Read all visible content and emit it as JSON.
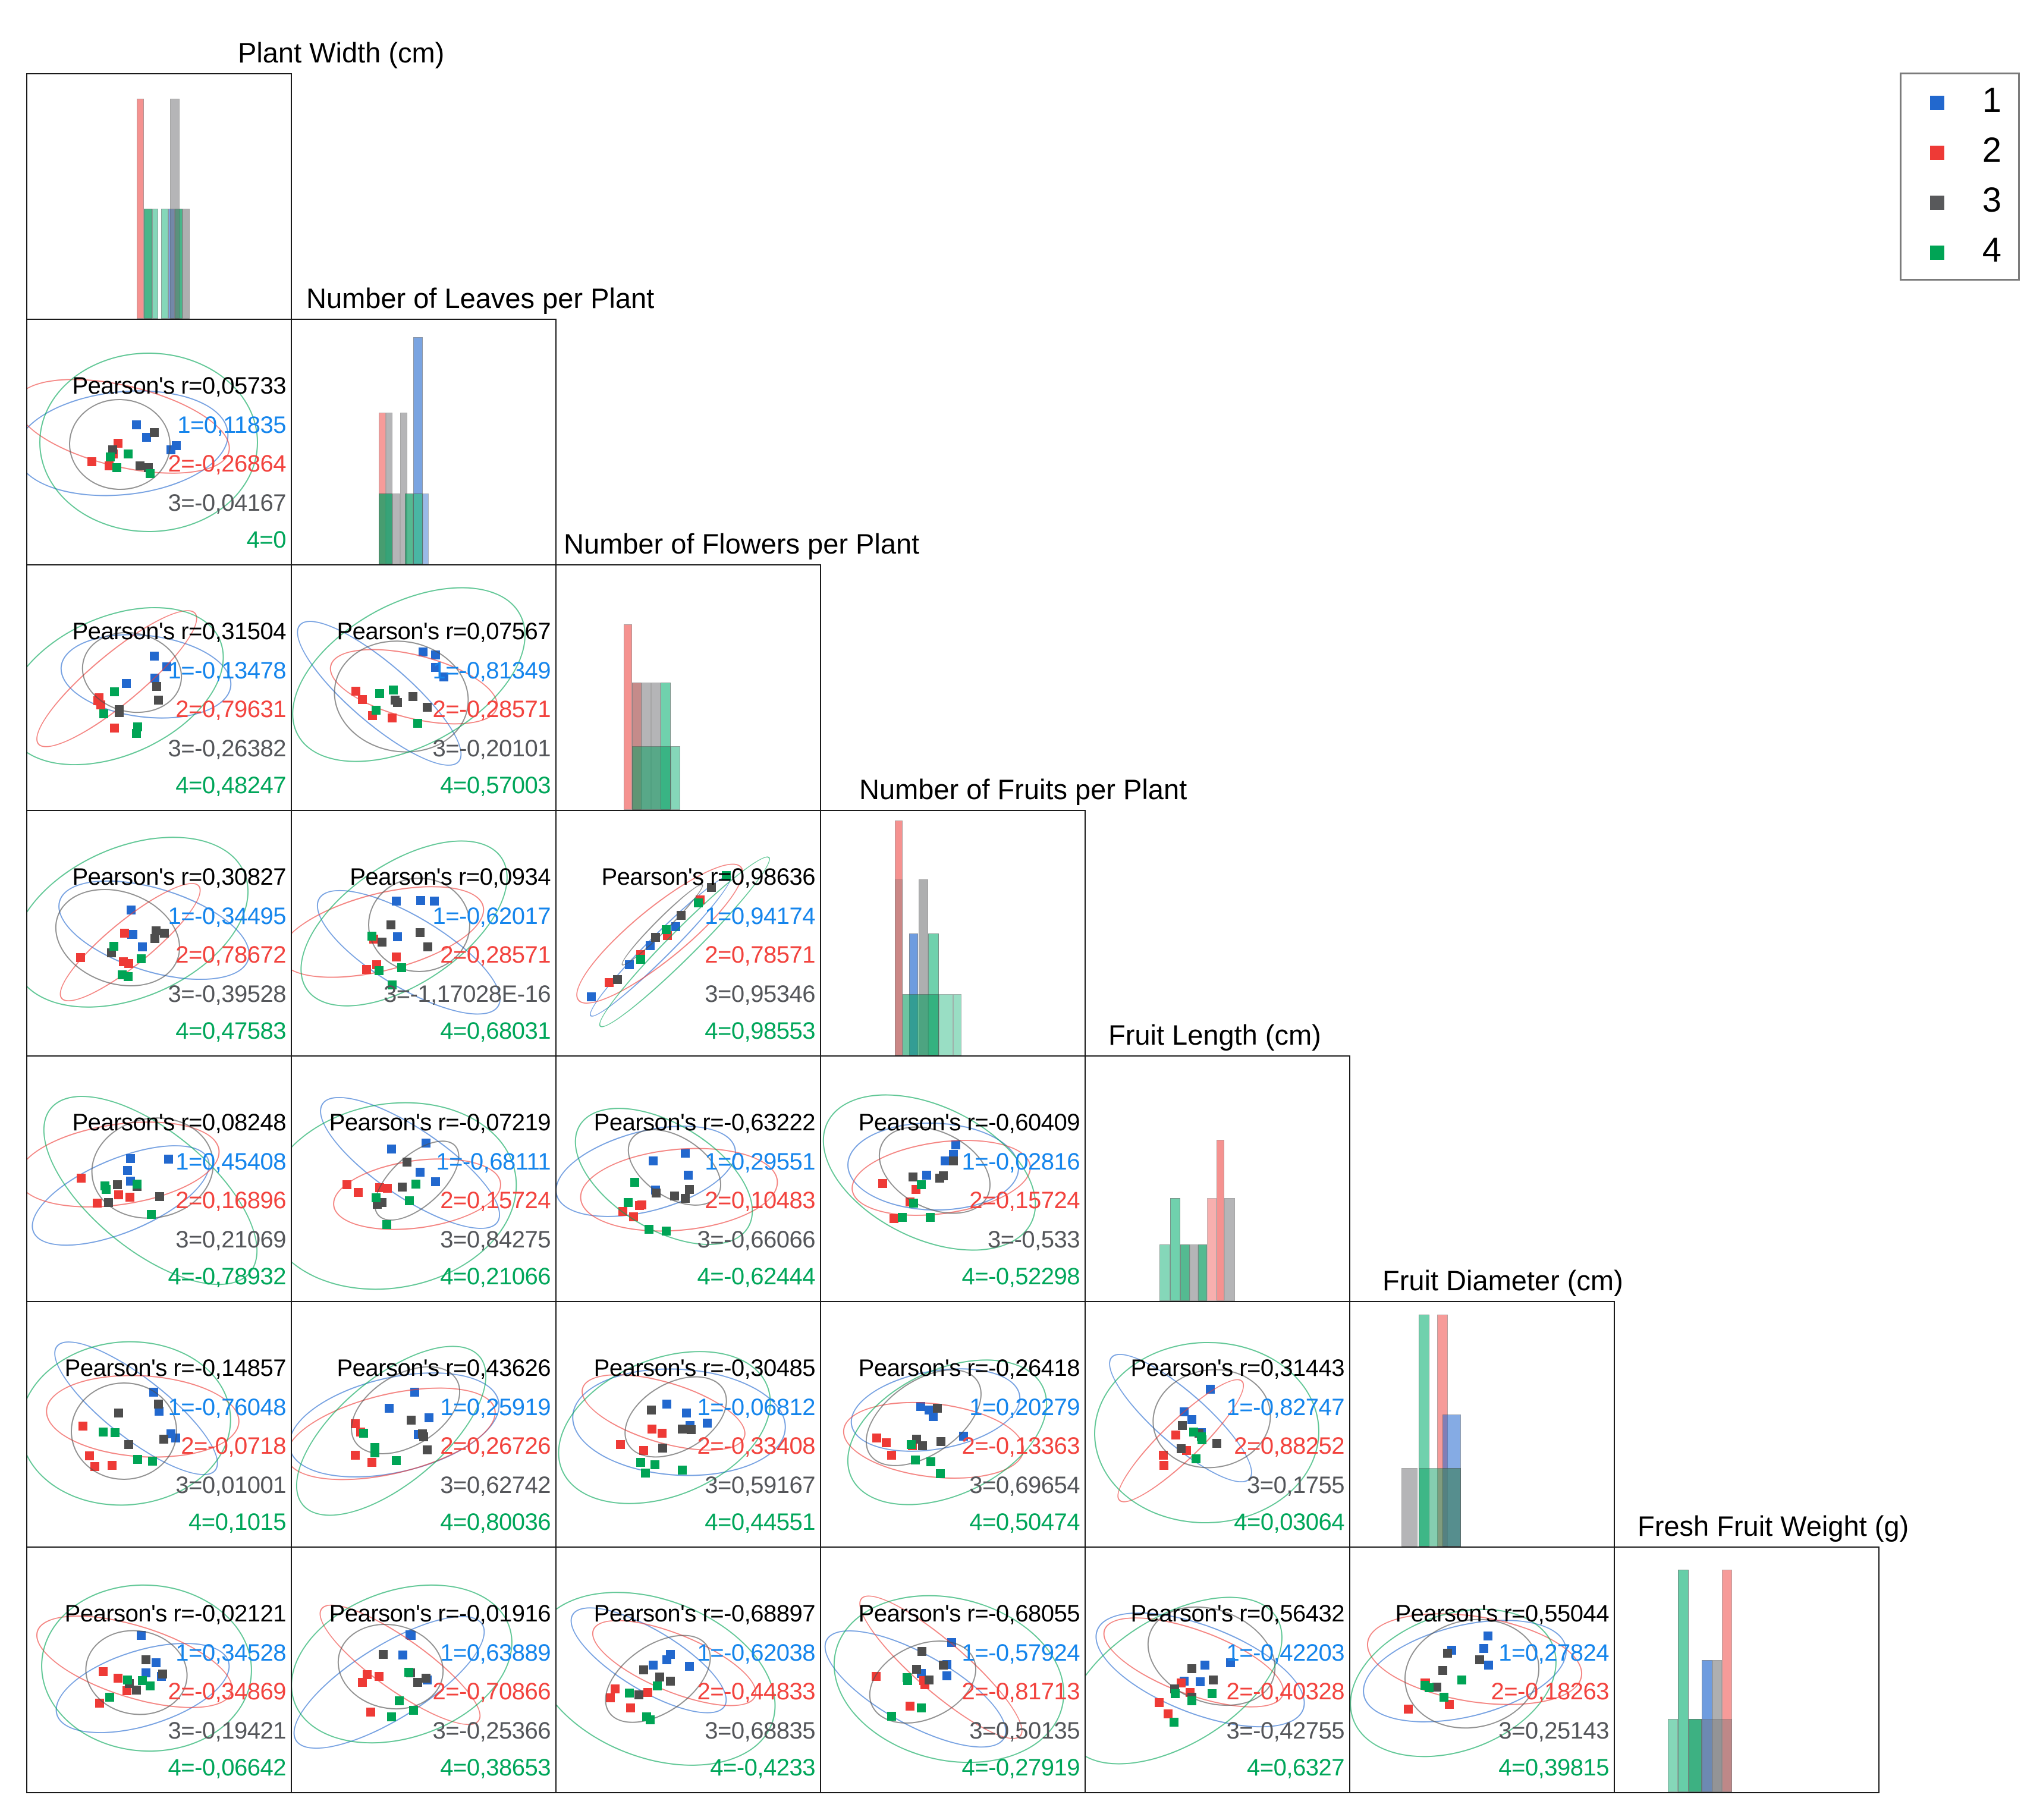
{
  "legend": {
    "items": [
      {
        "label": "1",
        "color": "#2268CE"
      },
      {
        "label": "2",
        "color": "#EE3A36"
      },
      {
        "label": "3",
        "color": "#58595B"
      },
      {
        "label": "4",
        "color": "#00A455"
      }
    ]
  },
  "chart_data": {
    "type": "scatter_matrix",
    "decimal_style": "comma",
    "pearson_label": "Pearson's r=",
    "variables": [
      "Plant Width (cm)",
      "Number of Leaves per Plant",
      "Number of Flowers per Plant",
      "Number of Fruits per Plant",
      "Fruit Length (cm)",
      "Fruit Diameter (cm)",
      "Fresh Fruit Weight (g)"
    ],
    "groups": [
      {
        "id": "1",
        "marker_color": "#2268CE",
        "text_color": "#1585EC"
      },
      {
        "id": "2",
        "marker_color": "#EE3A36",
        "text_color": "#F2433E"
      },
      {
        "id": "3",
        "marker_color": "#4D4D4D",
        "text_color": "#54565A"
      },
      {
        "id": "4",
        "marker_color": "#00A455",
        "text_color": "#00A65A"
      }
    ],
    "colors": {
      "blue": "#2268CE",
      "red": "#EE3A36",
      "gray": "#6D6E71",
      "green1": "#35BE8B",
      "green2": "#0D9E63"
    },
    "cells": [
      {
        "row": 2,
        "col": 1,
        "r_all": "0,05733",
        "r_groups": [
          "0,11835",
          "-0,26864",
          "-0,04167",
          "0"
        ]
      },
      {
        "row": 3,
        "col": 1,
        "r_all": "0,31504",
        "r_groups": [
          "-0,13478",
          "0,79631",
          "-0,26382",
          "0,48247"
        ]
      },
      {
        "row": 3,
        "col": 2,
        "r_all": "0,07567",
        "r_groups": [
          "-0,81349",
          "-0,28571",
          "-0,20101",
          "0,57003"
        ]
      },
      {
        "row": 4,
        "col": 1,
        "r_all": "0,30827",
        "r_groups": [
          "-0,34495",
          "0,78672",
          "-0,39528",
          "0,47583"
        ]
      },
      {
        "row": 4,
        "col": 2,
        "r_all": "0,0934",
        "r_groups": [
          "-0,62017",
          "0,28571",
          "-1,17028E-16",
          "0,68031"
        ]
      },
      {
        "row": 4,
        "col": 3,
        "r_all": "0,98636",
        "r_groups": [
          "0,94174",
          "0,78571",
          "0,95346",
          "0,98553"
        ]
      },
      {
        "row": 5,
        "col": 1,
        "r_all": "0,08248",
        "r_groups": [
          "0,45408",
          "0,16896",
          "0,21069",
          "-0,78932"
        ]
      },
      {
        "row": 5,
        "col": 2,
        "r_all": "-0,07219",
        "r_groups": [
          "-0,68111",
          "0,15724",
          "0,84275",
          "0,21066"
        ]
      },
      {
        "row": 5,
        "col": 3,
        "r_all": "-0,63222",
        "r_groups": [
          "0,29551",
          "0,10483",
          "-0,66066",
          "-0,62444"
        ]
      },
      {
        "row": 5,
        "col": 4,
        "r_all": "-0,60409",
        "r_groups": [
          "-0,02816",
          "0,15724",
          "-0,533",
          "-0,52298"
        ]
      },
      {
        "row": 6,
        "col": 1,
        "r_all": "-0,14857",
        "r_groups": [
          "-0,76048",
          "-0,0718",
          "0,01001",
          "0,1015"
        ]
      },
      {
        "row": 6,
        "col": 2,
        "r_all": "0,43626",
        "r_groups": [
          "0,25919",
          "0,26726",
          "0,62742",
          "0,80036"
        ]
      },
      {
        "row": 6,
        "col": 3,
        "r_all": "-0,30485",
        "r_groups": [
          "-0,06812",
          "-0,33408",
          "0,59167",
          "0,44551"
        ]
      },
      {
        "row": 6,
        "col": 4,
        "r_all": "-0,26418",
        "r_groups": [
          "0,20279",
          "-0,13363",
          "0,69654",
          "0,50474"
        ]
      },
      {
        "row": 6,
        "col": 5,
        "r_all": "0,31443",
        "r_groups": [
          "-0,82747",
          "0,88252",
          "0,1755",
          "0,03064"
        ]
      },
      {
        "row": 7,
        "col": 1,
        "r_all": "-0,02121",
        "r_groups": [
          "0,34528",
          "-0,34869",
          "-0,19421",
          "-0,06642"
        ]
      },
      {
        "row": 7,
        "col": 2,
        "r_all": "-0,01916",
        "r_groups": [
          "0,63889",
          "-0,70866",
          "-0,25366",
          "0,38653"
        ]
      },
      {
        "row": 7,
        "col": 3,
        "r_all": "-0,68897",
        "r_groups": [
          "-0,62038",
          "-0,44833",
          "0,68835",
          "-0,4233"
        ]
      },
      {
        "row": 7,
        "col": 4,
        "r_all": "-0,68055",
        "r_groups": [
          "-0,57924",
          "-0,81713",
          "0,50135",
          "-0,27919"
        ]
      },
      {
        "row": 7,
        "col": 5,
        "r_all": "0,56432",
        "r_groups": [
          "-0,42203",
          "-0,40328",
          "-0,42755",
          "0,6327"
        ]
      },
      {
        "row": 7,
        "col": 6,
        "r_all": "0,55044",
        "r_groups": [
          "0,27824",
          "-0,18263",
          "0,25143",
          "0,39815"
        ]
      }
    ],
    "histograms": [
      {
        "variable": "Plant Width (cm)",
        "bars": [
          {
            "x": 41.5,
            "w": 2.8,
            "h": 90,
            "c": "red",
            "a": 0.55
          },
          {
            "x": 44.3,
            "w": 3.2,
            "h": 45,
            "c": "green2",
            "a": 0.75
          },
          {
            "x": 47.5,
            "w": 2.2,
            "h": 45,
            "c": "green1",
            "a": 0.6
          },
          {
            "x": 50.8,
            "w": 2.6,
            "h": 45,
            "c": "green1",
            "a": 0.6
          },
          {
            "x": 53.4,
            "w": 2.6,
            "h": 45,
            "c": "blue",
            "a": 0.6
          },
          {
            "x": 56.0,
            "w": 3.0,
            "h": 45,
            "c": "green2",
            "a": 0.75
          },
          {
            "x": 54.2,
            "w": 3.6,
            "h": 90,
            "c": "gray",
            "a": 0.5
          },
          {
            "x": 59.0,
            "w": 2.6,
            "h": 45,
            "c": "gray",
            "a": 0.55
          }
        ]
      },
      {
        "variable": "Number of Leaves per Plant",
        "bars": [
          {
            "x": 33.0,
            "w": 2.6,
            "h": 62,
            "c": "red",
            "a": 0.5
          },
          {
            "x": 35.6,
            "w": 2.6,
            "h": 62,
            "c": "gray",
            "a": 0.5
          },
          {
            "x": 41.0,
            "w": 2.8,
            "h": 62,
            "c": "gray",
            "a": 0.5
          },
          {
            "x": 46.0,
            "w": 3.6,
            "h": 93,
            "c": "blue",
            "a": 0.6
          },
          {
            "x": 33.0,
            "w": 5.2,
            "h": 29,
            "c": "green2",
            "a": 0.75
          },
          {
            "x": 38.2,
            "w": 2.8,
            "h": 29,
            "c": "gray",
            "a": 0.5
          },
          {
            "x": 43.0,
            "w": 3.0,
            "h": 29,
            "c": "green2",
            "a": 0.7
          },
          {
            "x": 46.0,
            "w": 3.6,
            "h": 29,
            "c": "green1",
            "a": 0.7
          },
          {
            "x": 49.6,
            "w": 2.4,
            "h": 29,
            "c": "blue",
            "a": 0.45
          }
        ]
      },
      {
        "variable": "Number of Flowers per Plant",
        "bars": [
          {
            "x": 25.5,
            "w": 3.2,
            "h": 76,
            "c": "red",
            "a": 0.55
          },
          {
            "x": 28.7,
            "w": 3.6,
            "h": 52,
            "c": "red",
            "a": 0.5
          },
          {
            "x": 28.7,
            "w": 3.6,
            "h": 52,
            "c": "gray",
            "a": 0.35
          },
          {
            "x": 32.3,
            "w": 3.6,
            "h": 52,
            "c": "gray",
            "a": 0.5
          },
          {
            "x": 35.9,
            "w": 3.6,
            "h": 52,
            "c": "gray",
            "a": 0.5
          },
          {
            "x": 39.5,
            "w": 3.8,
            "h": 52,
            "c": "green1",
            "a": 0.7
          },
          {
            "x": 28.7,
            "w": 14.6,
            "h": 26,
            "c": "green2",
            "a": 0.55
          },
          {
            "x": 43.3,
            "w": 3.6,
            "h": 26,
            "c": "green1",
            "a": 0.6
          }
        ]
      },
      {
        "variable": "Number of Fruits per Plant",
        "bars": [
          {
            "x": 28.0,
            "w": 3.0,
            "h": 96,
            "c": "red",
            "a": 0.55
          },
          {
            "x": 28.0,
            "w": 3.0,
            "h": 72,
            "c": "gray",
            "a": 0.3
          },
          {
            "x": 33.5,
            "w": 3.4,
            "h": 50,
            "c": "blue",
            "a": 0.65
          },
          {
            "x": 37.0,
            "w": 3.6,
            "h": 72,
            "c": "gray",
            "a": 0.55
          },
          {
            "x": 40.6,
            "w": 4.0,
            "h": 50,
            "c": "green1",
            "a": 0.7
          },
          {
            "x": 31.0,
            "w": 13.6,
            "h": 25,
            "c": "green2",
            "a": 0.6
          },
          {
            "x": 44.6,
            "w": 5.6,
            "h": 25,
            "c": "green1",
            "a": 0.5
          },
          {
            "x": 50.2,
            "w": 3.0,
            "h": 25,
            "c": "green1",
            "a": 0.5
          }
        ]
      },
      {
        "variable": "Fruit Length (cm)",
        "bars": [
          {
            "x": 28.0,
            "w": 4.0,
            "h": 23,
            "c": "green1",
            "a": 0.6
          },
          {
            "x": 32.0,
            "w": 4.0,
            "h": 42,
            "c": "green1",
            "a": 0.7
          },
          {
            "x": 36.0,
            "w": 3.6,
            "h": 23,
            "c": "green2",
            "a": 0.7
          },
          {
            "x": 39.6,
            "w": 3.0,
            "h": 23,
            "c": "gray",
            "a": 0.5
          },
          {
            "x": 42.6,
            "w": 3.4,
            "h": 23,
            "c": "green2",
            "a": 0.7
          },
          {
            "x": 46.0,
            "w": 3.6,
            "h": 42,
            "c": "red",
            "a": 0.4
          },
          {
            "x": 49.6,
            "w": 3.0,
            "h": 66,
            "c": "red",
            "a": 0.55
          },
          {
            "x": 52.6,
            "w": 4.0,
            "h": 42,
            "c": "gray",
            "a": 0.5
          }
        ]
      },
      {
        "variable": "Fruit Diameter (cm)",
        "bars": [
          {
            "x": 19.5,
            "w": 6.0,
            "h": 32,
            "c": "gray",
            "a": 0.5
          },
          {
            "x": 26.0,
            "w": 4.0,
            "h": 95,
            "c": "green1",
            "a": 0.7
          },
          {
            "x": 33.0,
            "w": 4.0,
            "h": 95,
            "c": "red",
            "a": 0.5
          },
          {
            "x": 35.0,
            "w": 7.0,
            "h": 54,
            "c": "blue",
            "a": 0.55
          },
          {
            "x": 26.0,
            "w": 16.0,
            "h": 32,
            "c": "green2",
            "a": 0.5
          },
          {
            "x": 35.0,
            "w": 7.0,
            "h": 32,
            "c": "gray",
            "a": 0.4
          }
        ]
      },
      {
        "variable": "Fresh Fruit Weight (g)",
        "bars": [
          {
            "x": 20.0,
            "w": 4.0,
            "h": 30,
            "c": "green1",
            "a": 0.6
          },
          {
            "x": 24.0,
            "w": 4.0,
            "h": 91,
            "c": "green1",
            "a": 0.75
          },
          {
            "x": 28.0,
            "w": 5.0,
            "h": 30,
            "c": "green2",
            "a": 0.8
          },
          {
            "x": 33.0,
            "w": 4.0,
            "h": 54,
            "c": "blue",
            "a": 0.65
          },
          {
            "x": 37.0,
            "w": 3.6,
            "h": 54,
            "c": "gray",
            "a": 0.55
          },
          {
            "x": 40.6,
            "w": 3.8,
            "h": 91,
            "c": "red",
            "a": 0.5
          },
          {
            "x": 33.0,
            "w": 11.4,
            "h": 30,
            "c": "gray",
            "a": 0.4
          }
        ]
      }
    ]
  }
}
